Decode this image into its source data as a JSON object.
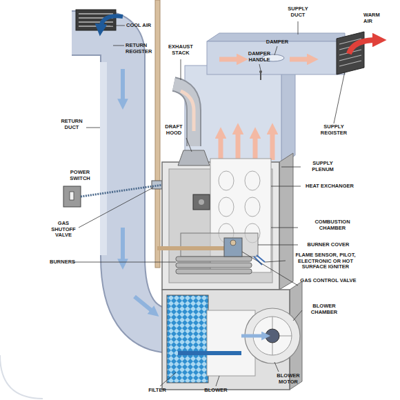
{
  "diagram": {
    "labels": [
      "COOL AIR",
      "RETURN REGISTER",
      "EXHAUST STACK",
      "SUPPLY DUCT",
      "WARM AIR",
      "DAMPER",
      "DAMPER HANDLE",
      "SUPPLY REGISTER",
      "RETURN DUCT",
      "DRAFT HOOD",
      "SUPPLY PLENUM",
      "POWER SWITCH",
      "HEAT EXCHANGER",
      "GAS SHUTOFF VALVE",
      "COMBUSTION CHAMBER",
      "BURNER COVER",
      "BURNERS",
      "FLAME SENSOR, PILOT, ELECTRONIC OR HOT SURFACE IGNITER",
      "GAS CONTROL VALVE",
      "BLOWER CHAMBER",
      "FILTER",
      "BLOWER",
      "BLOWER MOTOR"
    ]
  }
}
